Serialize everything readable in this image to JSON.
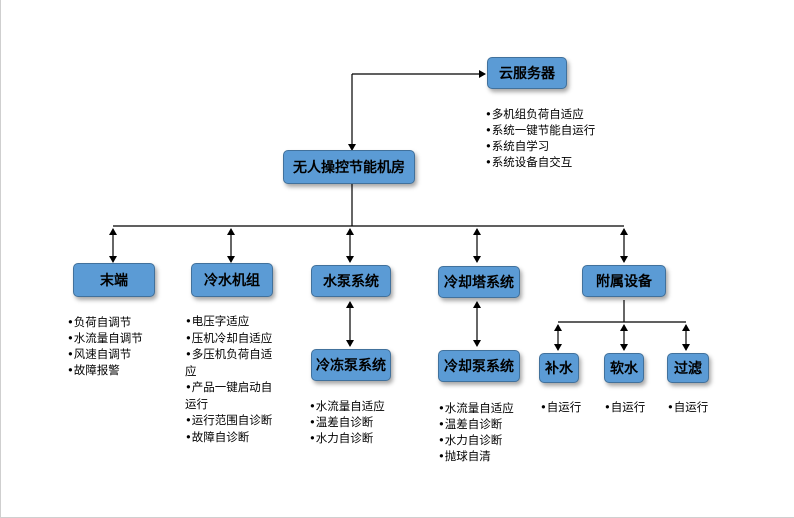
{
  "diagram": {
    "cloud": {
      "label": "云服务器",
      "features": [
        "多机组负荷自适应",
        "系统一键节能自运行",
        "系统自学习",
        "系统设备自交互"
      ]
    },
    "root": {
      "label": "无人操控节能机房"
    },
    "terminal": {
      "label": "末端",
      "features": [
        "负荷自调节",
        "水流量自调节",
        "风速自调节",
        "故障报警"
      ]
    },
    "chiller": {
      "label": "冷水机组",
      "features": [
        "电压字适应",
        "压机冷却自适应",
        "多压机负荷自适应",
        "产品一键启动自运行",
        "运行范围自诊断",
        "故障自诊断"
      ]
    },
    "pump": {
      "label": "水泵系统"
    },
    "chilled_pump": {
      "label": "冷冻泵系统",
      "features": [
        "水流量自适应",
        "温差自诊断",
        "水力自诊断"
      ]
    },
    "tower": {
      "label": "冷却塔系统"
    },
    "cooling_pump": {
      "label": "冷却泵系统",
      "features": [
        "水流量自适应",
        "温差自诊断",
        "水力自诊断",
        "抛球自清"
      ]
    },
    "aux": {
      "label": "附属设备"
    },
    "makeup": {
      "label": "补水",
      "features": [
        "自运行"
      ]
    },
    "soften": {
      "label": "软水",
      "features": [
        "自运行"
      ]
    },
    "filter": {
      "label": "过滤",
      "features": [
        "自运行"
      ]
    }
  }
}
